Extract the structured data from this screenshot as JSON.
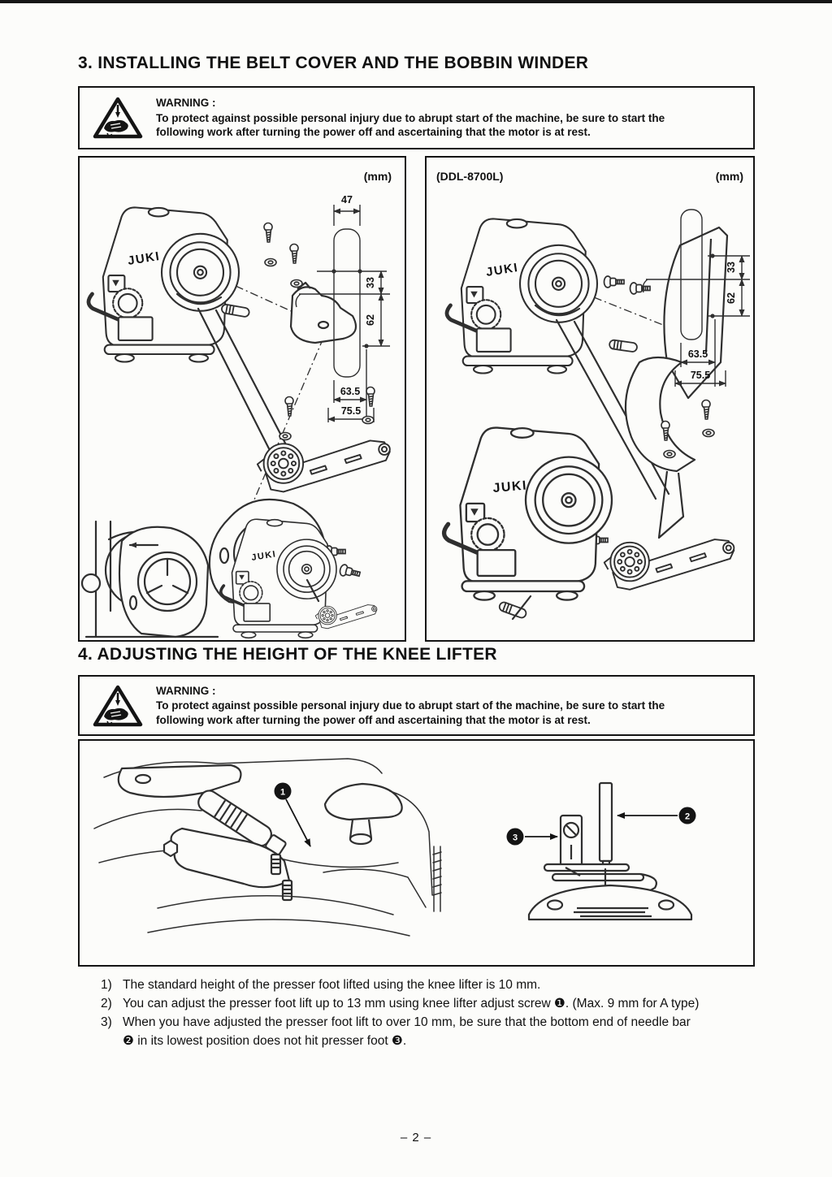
{
  "page": {
    "number": "– 2 –"
  },
  "sec3": {
    "heading": "3. INSTALLING THE BELT COVER AND THE BOBBIN WINDER",
    "warning": {
      "label": "WARNING :",
      "line1": "To protect against possible personal injury due to abrupt start of the machine, be sure to start the",
      "line2": "following work after turning the power off and ascertaining that the motor is at rest."
    },
    "brand": "JUKI",
    "panelA": {
      "unit": "(mm)",
      "dims": {
        "slot_width": "47",
        "upper": "33",
        "lower": "62",
        "inner": "63.5",
        "outer": "75.5"
      }
    },
    "panelB": {
      "model": "(DDL-8700L)",
      "unit": "(mm)",
      "dims": {
        "upper": "33",
        "lower": "62",
        "inner": "63.5",
        "outer": "75.5"
      }
    }
  },
  "sec4": {
    "heading": "4. ADJUSTING THE HEIGHT OF THE KNEE LIFTER",
    "warning": {
      "label": "WARNING :",
      "line1": "To protect against possible personal injury due to abrupt start of the machine, be sure to start the",
      "line2": "following work after turning the power off and ascertaining that the motor is at rest."
    },
    "figure": {
      "markers": [
        {
          "n": "1"
        },
        {
          "n": "2"
        },
        {
          "n": "3"
        }
      ]
    },
    "instructions": [
      {
        "num": "1)",
        "text": "The standard height of the presser foot lifted using the knee lifter is 10 mm."
      },
      {
        "num": "2)",
        "text": "You can adjust the presser foot lift up to 13 mm using knee lifter adjust screw ❶. (Max. 9 mm for A type)"
      },
      {
        "num": "3)",
        "text": "When you have adjusted the presser foot lift to over 10 mm, be sure that the bottom end of needle bar",
        "text2": "❷ in its lowest position does not hit presser foot ❸."
      }
    ]
  }
}
